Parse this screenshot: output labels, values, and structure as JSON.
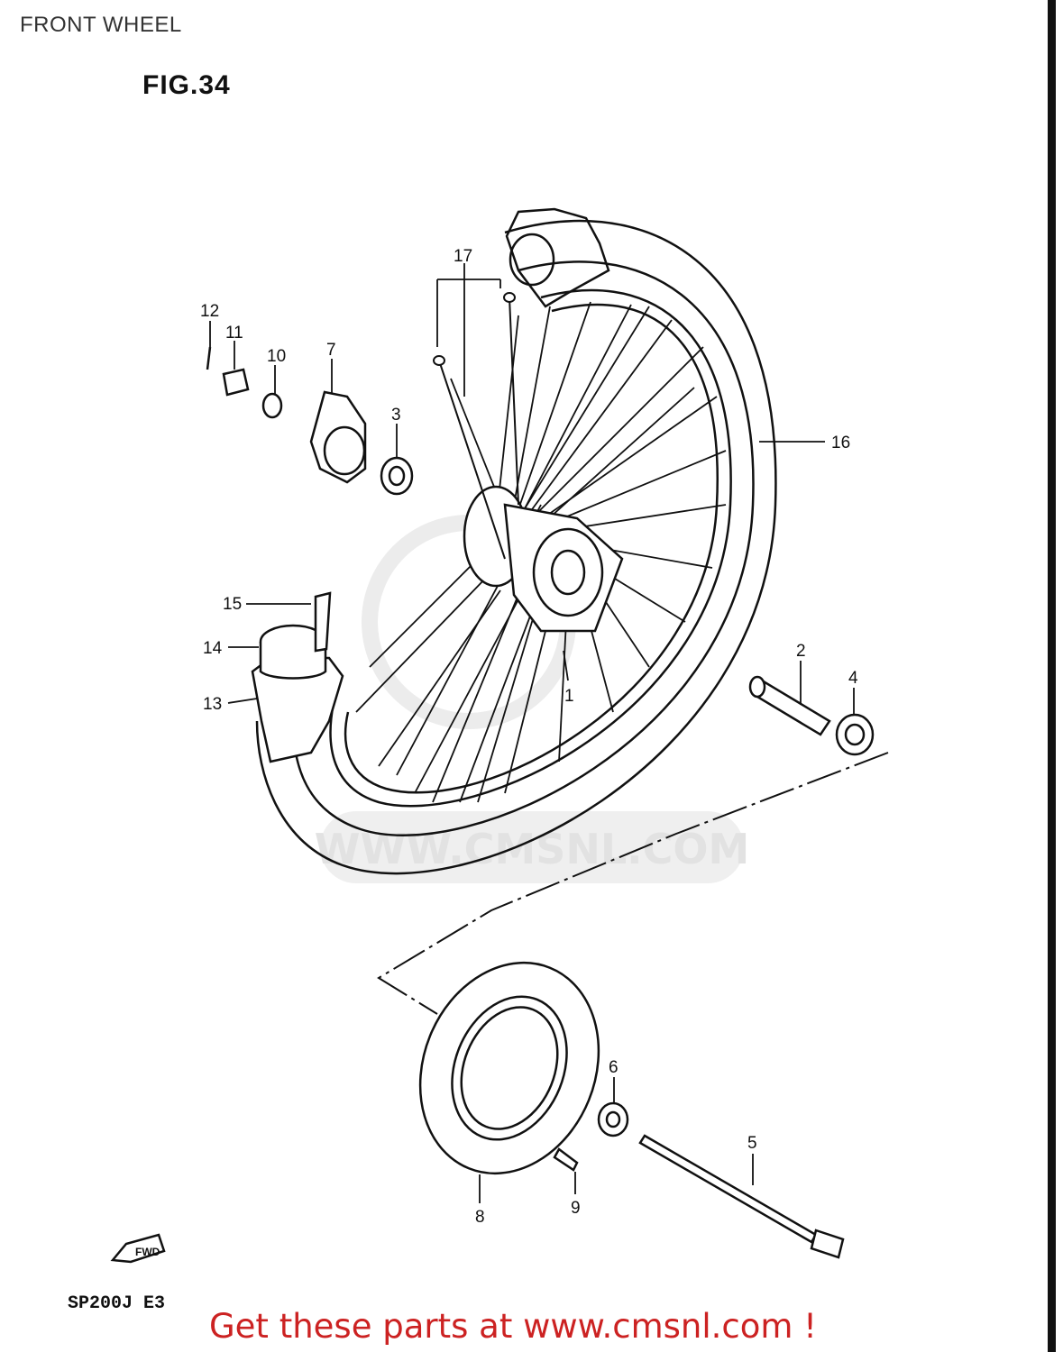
{
  "header": {
    "title": "FRONT WHEEL"
  },
  "figure": {
    "label": "FIG.34",
    "model": "SP200J  E3",
    "fwd_badge": "FWD"
  },
  "watermark": {
    "text": "WWW.CMSNL.COM"
  },
  "callouts": [
    "1",
    "2",
    "3",
    "4",
    "5",
    "6",
    "7",
    "8",
    "9",
    "10",
    "11",
    "12",
    "13",
    "14",
    "15",
    "16",
    "17"
  ],
  "footer": {
    "cta": "Get these parts at www.cmsnl.com !"
  },
  "colors": {
    "cta": "#cc2222",
    "line": "#111111",
    "watermark": "#e2e2e2"
  }
}
